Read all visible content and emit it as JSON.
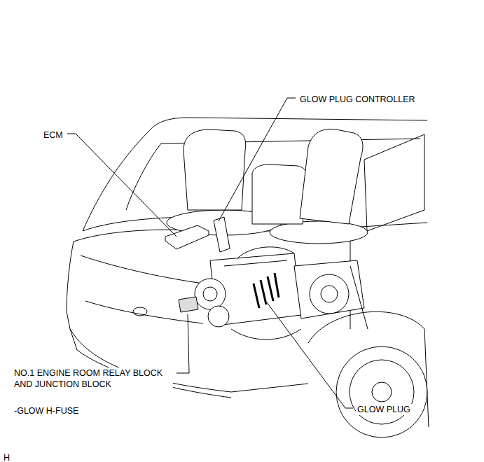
{
  "diagram": {
    "labels": [
      "GLOW PLUG CONTROLLER",
      "ECM",
      "NO.1 ENGINE ROOM RELAY BLOCK AND JUNCTION BLOCK",
      "-GLOW H-FUSE",
      "GLOW PLUG",
      "H"
    ]
  }
}
